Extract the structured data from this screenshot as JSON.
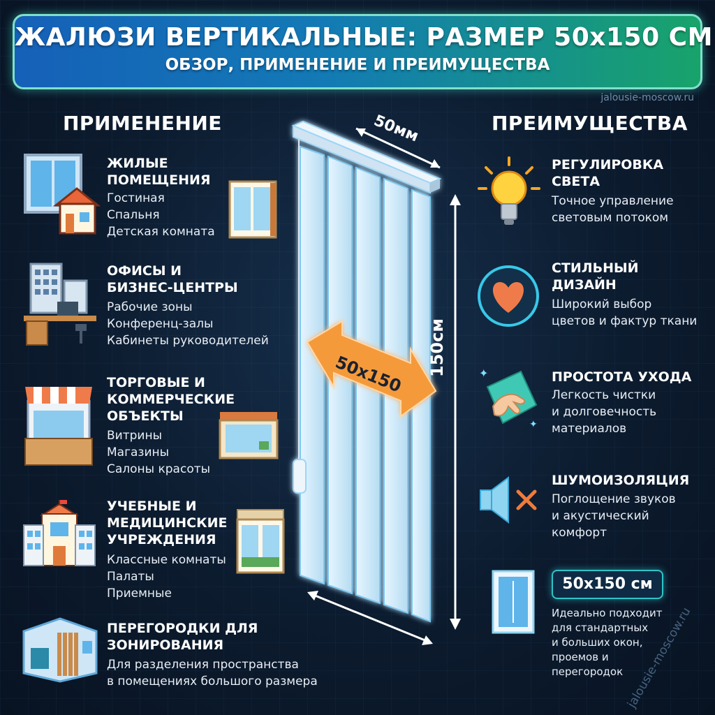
{
  "header": {
    "title": "ЖАЛЮЗИ ВЕРТИКАЛЬНЫЕ: РАЗМЕР 50x150 СМ",
    "subtitle": "ОБЗОР, ПРИМЕНЕНИЕ И ПРЕИМУЩЕСТВА"
  },
  "watermark_top": "jalousie-moscow.ru",
  "watermark_corner": "jalousie-moscow.ru",
  "left": {
    "title": "ПРИМЕНЕНИЕ",
    "items": [
      {
        "title": "ЖИЛЫЕ\nПОМЕЩЕНИЯ",
        "lines": [
          "Гостиная",
          "Спальня",
          "Детская комната"
        ]
      },
      {
        "title": "ОФИСЫ И\nБИЗНЕС-ЦЕНТРЫ",
        "lines": [
          "Рабочие зоны",
          "Конференц-залы",
          "Кабинеты руководителей"
        ]
      },
      {
        "title": "ТОРГОВЫЕ И\nКОММЕРЧЕСКИЕ\nОБЪЕКТЫ",
        "lines": [
          "Витрины",
          "Магазины",
          "Салоны красоты"
        ]
      },
      {
        "title": "УЧЕБНЫЕ И\nМЕДИЦИНСКИЕ\nУЧРЕЖДЕНИЯ",
        "lines": [
          "Классные комнаты",
          "Палаты",
          "Приемные"
        ]
      },
      {
        "title": "ПЕРЕГОРОДКИ ДЛЯ\nЗОНИРОВАНИЯ",
        "lines": [
          "Для разделения пространства",
          "в помещениях большого размера"
        ]
      }
    ]
  },
  "right": {
    "title": "ПРЕИМУЩЕСТВА",
    "items": [
      {
        "title": "РЕГУЛИРОВКА\nСВЕТА",
        "lines": [
          "Точное управление",
          "световым потоком"
        ]
      },
      {
        "title": "СТИЛЬНЫЙ\nДИЗАЙН",
        "lines": [
          "Широкий выбор",
          "цветов и фактур ткани"
        ]
      },
      {
        "title": "ПРОСТОТА УХОДА",
        "lines": [
          "Легкость чистки",
          "и долговечность",
          "материалов"
        ]
      },
      {
        "title": "ШУМОИЗОЛЯЦИЯ",
        "lines": [
          "Поглощение звуков",
          "и акустический",
          "комфорт"
        ]
      }
    ],
    "size_badge": "50x150 см",
    "size_lines": [
      "Идеально подходит",
      "для стандартных",
      "и больших окон,",
      "проемов и",
      "перегородок"
    ]
  },
  "blind": {
    "width_label": "50мм",
    "height_label": "150см",
    "size_label": "50x150"
  },
  "colors": {
    "accent_orange": "#f59a3a",
    "accent_teal": "#2ec4c8",
    "banner_blue": "#1560b8",
    "banner_green": "#18a36b"
  },
  "icons": [
    "window-house-icon",
    "office-desk-icon",
    "storefront-icon",
    "school-icon",
    "partition-room-icon",
    "lightbulb-icon",
    "heart-icon",
    "cleaning-hand-icon",
    "speaker-mute-icon",
    "window-icon"
  ]
}
